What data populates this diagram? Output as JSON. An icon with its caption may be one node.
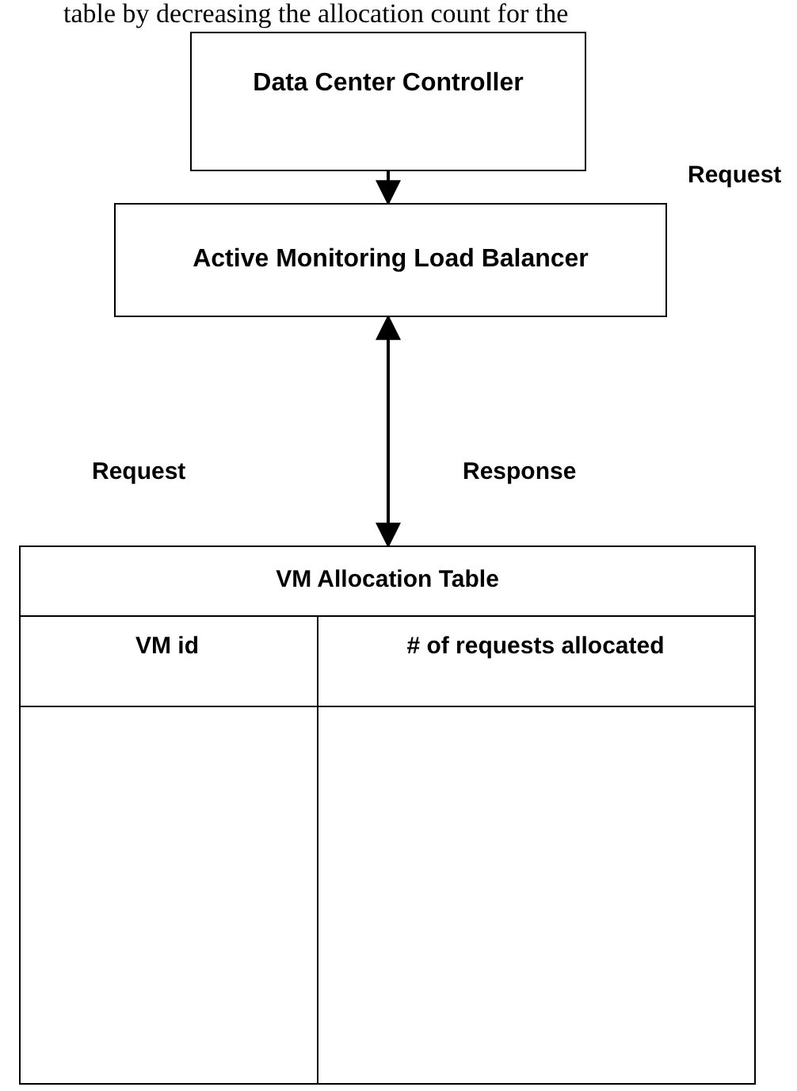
{
  "diagram": {
    "nodes": [
      {
        "text": [
          "Data Center Controller"
        ]
      },
      {
        "text": [
          "Active Monitoring Load Balancer"
        ]
      },
      {
        "text": [
          "VM Allocation Table"
        ]
      }
    ],
    "edges": [
      {
        "from": 0,
        "to": 1,
        "arrow": "to"
      },
      {
        "from": 1,
        "to": 2,
        "arrow": "both"
      }
    ],
    "labels": [
      "table by decreasing the allocation count for the",
      "Request",
      "Request",
      "Response",
      "VM id",
      "# of requests allocated"
    ]
  }
}
